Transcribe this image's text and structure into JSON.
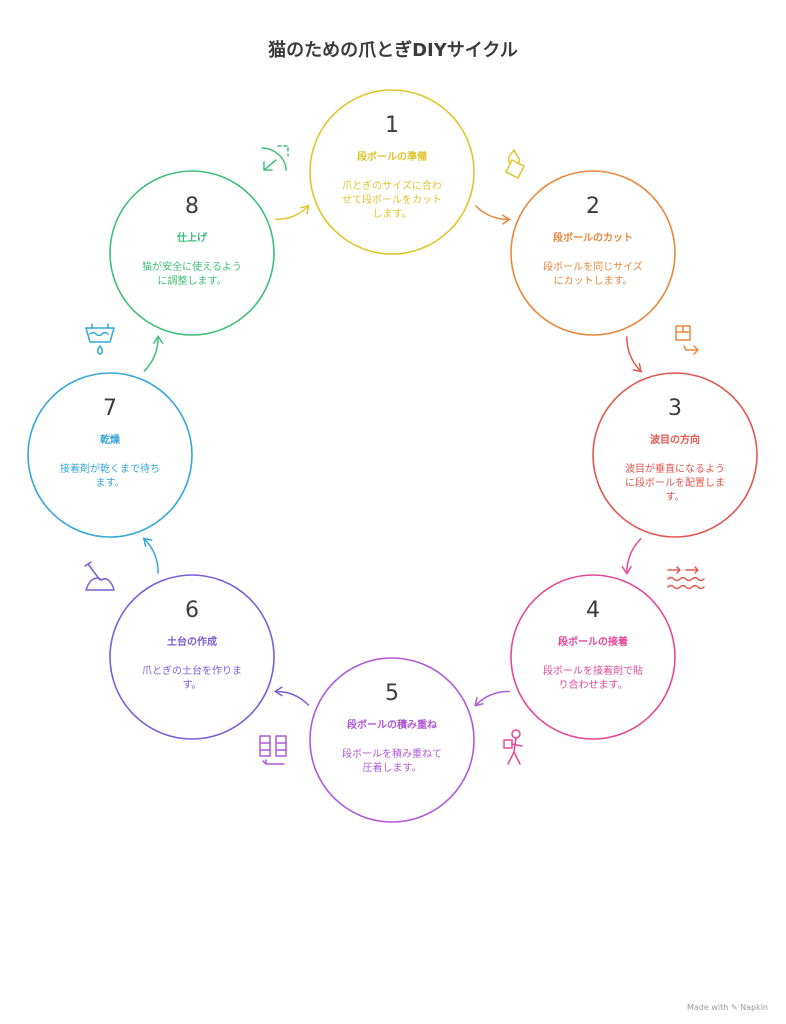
{
  "title": "猫のための爪とぎDIYサイクル",
  "footer": "Made with ✎ Napkin",
  "steps": [
    {
      "num": "1",
      "heading": "段ボールの準備",
      "body": [
        "爪とぎのサイズに合わ",
        "せて段ボールをカット",
        "します。"
      ],
      "color": "#e0c52e",
      "icon": "flame-icon"
    },
    {
      "num": "2",
      "heading": "段ボールのカット",
      "body": [
        "段ボールを同じサイズ",
        "にカットします。"
      ],
      "color": "#e8883c",
      "icon": "box-arrow-icon"
    },
    {
      "num": "3",
      "heading": "波目の方向",
      "body": [
        "波目が垂直になるよう",
        "に段ボールを配置しま",
        "す。"
      ],
      "color": "#e0584f",
      "icon": "waves-arrow-icon"
    },
    {
      "num": "4",
      "heading": "段ボールの接着",
      "body": [
        "段ボールを接着剤で貼",
        "り合わせます。"
      ],
      "color": "#e5499a",
      "icon": "person-carry-icon"
    },
    {
      "num": "5",
      "heading": "段ボールの積み重ね",
      "body": [
        "段ボールを積み重ねて",
        "圧着します。"
      ],
      "color": "#b05ad6",
      "icon": "stack-icon"
    },
    {
      "num": "6",
      "heading": "土台の作成",
      "body": [
        "爪とぎの土台を作りま",
        "す。"
      ],
      "color": "#7a5fd4",
      "icon": "shovel-icon"
    },
    {
      "num": "7",
      "heading": "乾燥",
      "body": [
        "接着剤が乾くまで待ち",
        "ます。"
      ],
      "color": "#35a7d6",
      "icon": "drip-icon"
    },
    {
      "num": "8",
      "heading": "仕上げ",
      "body": [
        "猫が安全に使えるよう",
        "に調整します。"
      ],
      "color": "#3fbf7a",
      "icon": "corner-arrow-icon"
    }
  ]
}
